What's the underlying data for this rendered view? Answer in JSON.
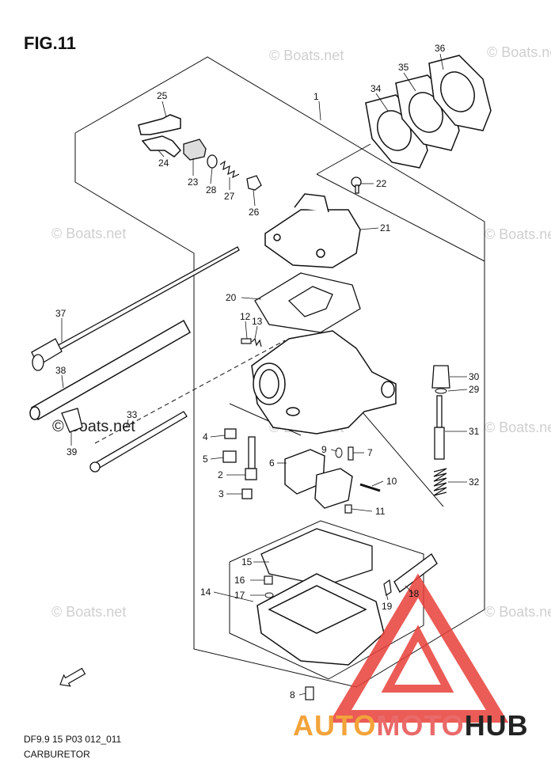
{
  "figure": {
    "title": "FIG.11",
    "code": "DF9.9 15 P03 012_011",
    "name": "CARBURETOR"
  },
  "watermark": {
    "text": "© Boats.net"
  },
  "brand": {
    "part1": "AUTO",
    "part2": "MOTO",
    "part3": "HUB"
  },
  "fwd_arrow_icon": "fwd-arrow-icon",
  "callouts": [
    "1",
    "2",
    "3",
    "4",
    "5",
    "6",
    "7",
    "8",
    "9",
    "10",
    "11",
    "12",
    "13",
    "14",
    "15",
    "16",
    "17",
    "18",
    "19",
    "20",
    "21",
    "22",
    "23",
    "24",
    "25",
    "26",
    "27",
    "28",
    "29",
    "30",
    "31",
    "32",
    "33",
    "34",
    "35",
    "36",
    "37",
    "38",
    "39"
  ],
  "colors": {
    "brand_orange": "#f2a33a",
    "brand_red": "#ea6a6a",
    "logo_red": "#e8403a"
  }
}
